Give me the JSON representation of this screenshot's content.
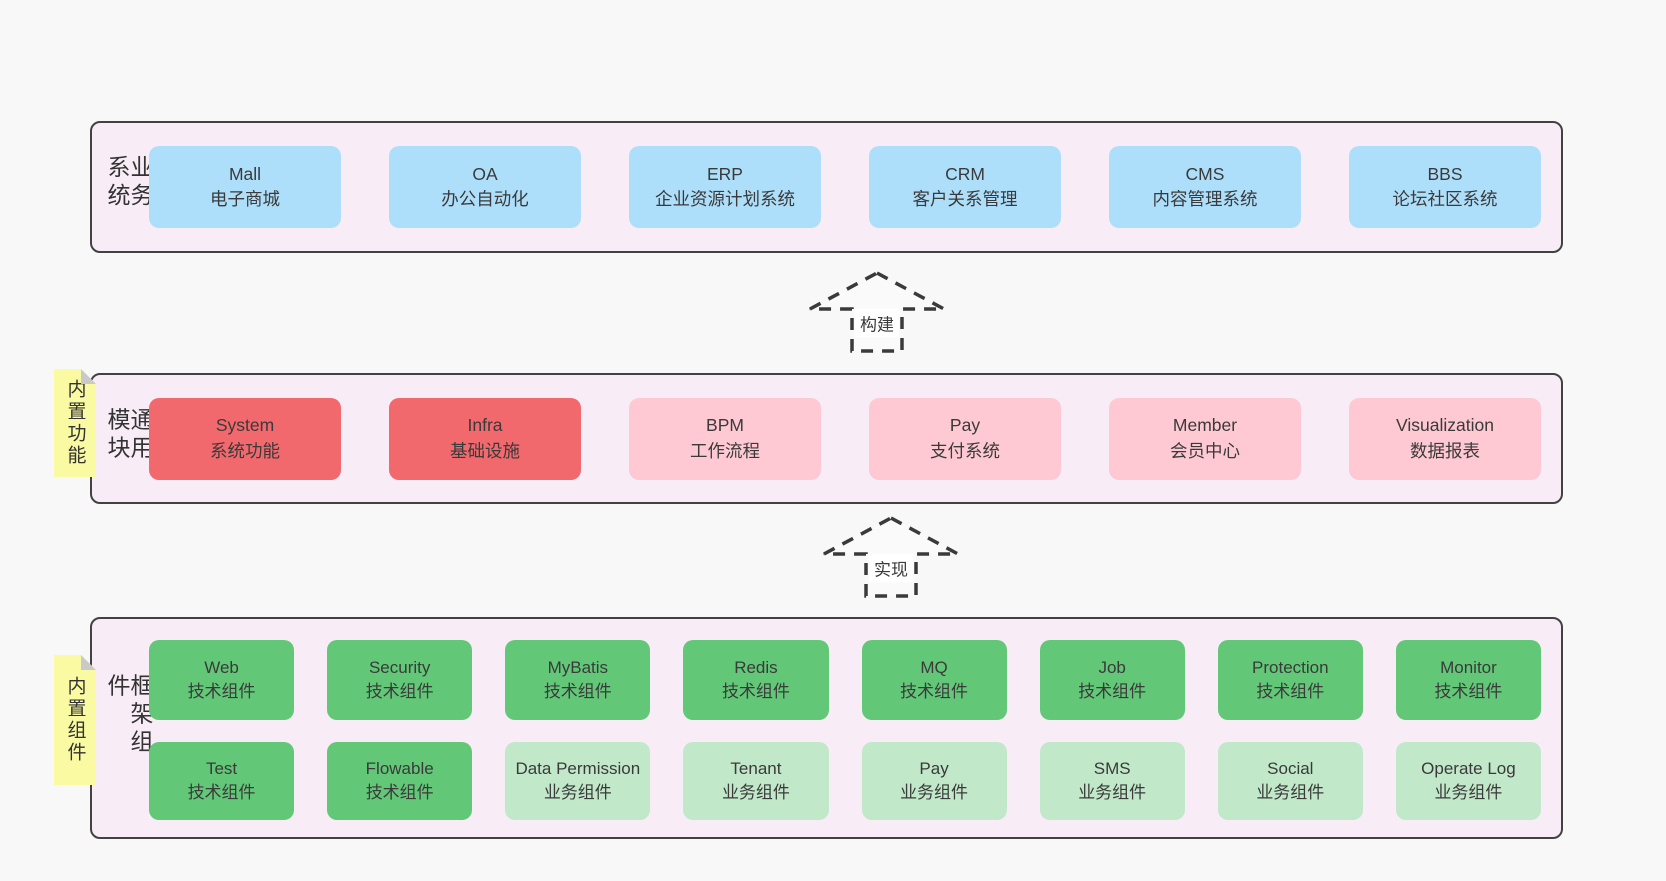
{
  "colors": {
    "page_bg": "#f8f8f8",
    "panel_bg": "#f8edf7",
    "panel_border": "#424242",
    "box_blue": "#aedffa",
    "box_red": "#f1686d",
    "box_pink": "#fec9d3",
    "box_green": "#62c878",
    "box_lightgreen": "#c1e8c9",
    "sticky_yellow": "#fafaa2",
    "sticky_fold": "#c9c9c9",
    "arrow_stroke": "#3a3a3a",
    "text": "#333333"
  },
  "sections": {
    "business": {
      "label": "业务系统",
      "boxes": [
        {
          "en": "Mall",
          "zh": "电子商城",
          "variant": "blue"
        },
        {
          "en": "OA",
          "zh": "办公自动化",
          "variant": "blue"
        },
        {
          "en": "ERP",
          "zh": "企业资源计划系统",
          "variant": "blue"
        },
        {
          "en": "CRM",
          "zh": "客户关系管理",
          "variant": "blue"
        },
        {
          "en": "CMS",
          "zh": "内容管理系统",
          "variant": "blue"
        },
        {
          "en": "BBS",
          "zh": "论坛社区系统",
          "variant": "blue"
        }
      ]
    },
    "arrows": {
      "build": "构建",
      "implement": "实现"
    },
    "modules": {
      "label": "通用模块",
      "tag": "内置功能",
      "boxes": [
        {
          "en": "System",
          "zh": "系统功能",
          "variant": "red"
        },
        {
          "en": "Infra",
          "zh": "基础设施",
          "variant": "red"
        },
        {
          "en": "BPM",
          "zh": "工作流程",
          "variant": "pink"
        },
        {
          "en": "Pay",
          "zh": "支付系统",
          "variant": "pink"
        },
        {
          "en": "Member",
          "zh": "会员中心",
          "variant": "pink"
        },
        {
          "en": "Visualization",
          "zh": "数据报表",
          "variant": "pink"
        }
      ]
    },
    "framework": {
      "label": "框架组件",
      "tag": "内置组件",
      "boxes": [
        {
          "en": "Web",
          "zh": "技术组件",
          "variant": "green"
        },
        {
          "en": "Security",
          "zh": "技术组件",
          "variant": "green"
        },
        {
          "en": "MyBatis",
          "zh": "技术组件",
          "variant": "green"
        },
        {
          "en": "Redis",
          "zh": "技术组件",
          "variant": "green"
        },
        {
          "en": "MQ",
          "zh": "技术组件",
          "variant": "green"
        },
        {
          "en": "Job",
          "zh": "技术组件",
          "variant": "green"
        },
        {
          "en": "Protection",
          "zh": "技术组件",
          "variant": "green"
        },
        {
          "en": "Monitor",
          "zh": "技术组件",
          "variant": "green"
        },
        {
          "en": "Test",
          "zh": "技术组件",
          "variant": "green"
        },
        {
          "en": "Flowable",
          "zh": "技术组件",
          "variant": "green"
        },
        {
          "en": "Data Permission",
          "zh": "业务组件",
          "variant": "lightgreen"
        },
        {
          "en": "Tenant",
          "zh": "业务组件",
          "variant": "lightgreen"
        },
        {
          "en": "Pay",
          "zh": "业务组件",
          "variant": "lightgreen"
        },
        {
          "en": "SMS",
          "zh": "业务组件",
          "variant": "lightgreen"
        },
        {
          "en": "Social",
          "zh": "业务组件",
          "variant": "lightgreen"
        },
        {
          "en": "Operate Log",
          "zh": "业务组件",
          "variant": "lightgreen"
        }
      ]
    }
  }
}
